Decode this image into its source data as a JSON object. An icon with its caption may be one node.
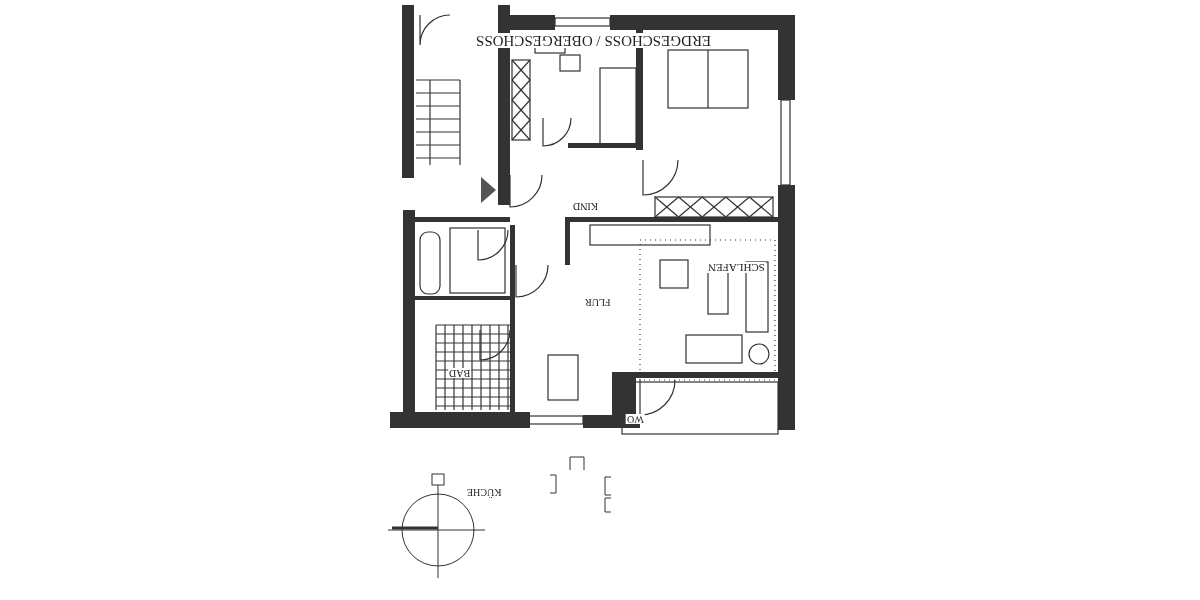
{
  "diagram": {
    "title": "ERDGESCHOSS / OBERGESCHOSS",
    "labels": [
      "KIND",
      "SCHLAFEN",
      "FLUR",
      "BAD",
      "WO",
      "KÜCHE"
    ]
  }
}
